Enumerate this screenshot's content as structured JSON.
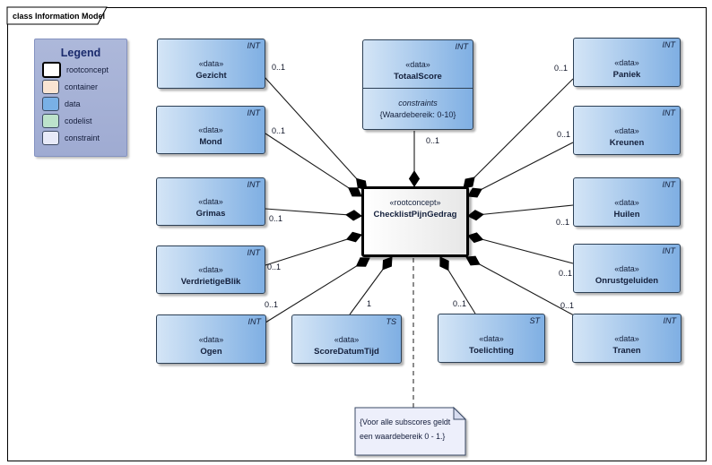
{
  "frame": {
    "title": "class Information Model"
  },
  "legend": {
    "title": "Legend",
    "items": [
      {
        "label": "rootconcept",
        "color": "#ffffff",
        "border": "thick"
      },
      {
        "label": "container",
        "color": "#f9e4d2",
        "border": "thin"
      },
      {
        "label": "data",
        "color": "#79b0e6",
        "border": "thin"
      },
      {
        "label": "codelist",
        "color": "#bce2cb",
        "border": "thin"
      },
      {
        "label": "constraint",
        "color": "#e7eaf8",
        "border": "thin"
      }
    ]
  },
  "nodes": [
    {
      "id": "gezicht",
      "stereotype": "«data»",
      "name": "Gezicht",
      "tag": "INT"
    },
    {
      "id": "mond",
      "stereotype": "«data»",
      "name": "Mond",
      "tag": "INT"
    },
    {
      "id": "grimas",
      "stereotype": "«data»",
      "name": "Grimas",
      "tag": "INT"
    },
    {
      "id": "verdrietigeblik",
      "stereotype": "«data»",
      "name": "VerdrietigeBlik",
      "tag": "INT"
    },
    {
      "id": "ogen",
      "stereotype": "«data»",
      "name": "Ogen",
      "tag": "INT"
    },
    {
      "id": "totaalscore",
      "stereotype": "«data»",
      "name": "TotaalScore",
      "tag": "INT",
      "compartment": {
        "title": "constraints",
        "lines": [
          "{Waardebereik: 0-10}"
        ]
      }
    },
    {
      "id": "scoredatumtijd",
      "stereotype": "«data»",
      "name": "ScoreDatumTijd",
      "tag": "TS"
    },
    {
      "id": "toelichting",
      "stereotype": "«data»",
      "name": "Toelichting",
      "tag": "ST"
    },
    {
      "id": "paniek",
      "stereotype": "«data»",
      "name": "Paniek",
      "tag": "INT"
    },
    {
      "id": "kreunen",
      "stereotype": "«data»",
      "name": "Kreunen",
      "tag": "INT"
    },
    {
      "id": "huilen",
      "stereotype": "«data»",
      "name": "Huilen",
      "tag": "INT"
    },
    {
      "id": "onrustgeluiden",
      "stereotype": "«data»",
      "name": "Onrustgeluiden",
      "tag": "INT"
    },
    {
      "id": "tranen",
      "stereotype": "«data»",
      "name": "Tranen",
      "tag": "INT"
    },
    {
      "id": "checklist",
      "kind": "rootconcept",
      "stereotype": "«rootconcept»",
      "name": "ChecklistPijnGedrag"
    }
  ],
  "edges": [
    {
      "from": "checklist",
      "to": "gezicht",
      "multiplicity": "0..1"
    },
    {
      "from": "checklist",
      "to": "mond",
      "multiplicity": "0..1"
    },
    {
      "from": "checklist",
      "to": "grimas",
      "multiplicity": "0..1"
    },
    {
      "from": "checklist",
      "to": "verdrietigeblik",
      "multiplicity": "0..1"
    },
    {
      "from": "checklist",
      "to": "ogen",
      "multiplicity": "0..1"
    },
    {
      "from": "checklist",
      "to": "totaalscore",
      "multiplicity": "0..1"
    },
    {
      "from": "checklist",
      "to": "scoredatumtijd",
      "multiplicity": "1"
    },
    {
      "from": "checklist",
      "to": "toelichting",
      "multiplicity": "0..1"
    },
    {
      "from": "checklist",
      "to": "paniek",
      "multiplicity": "0..1"
    },
    {
      "from": "checklist",
      "to": "kreunen",
      "multiplicity": "0..1"
    },
    {
      "from": "checklist",
      "to": "huilen",
      "multiplicity": "0..1"
    },
    {
      "from": "checklist",
      "to": "onrustgeluiden",
      "multiplicity": "0..1"
    },
    {
      "from": "checklist",
      "to": "tranen",
      "multiplicity": "0..1"
    }
  ],
  "note": {
    "line1": "{Voor alle subscores geldt",
    "line2": "een waardebereik 0 - 1.}"
  }
}
